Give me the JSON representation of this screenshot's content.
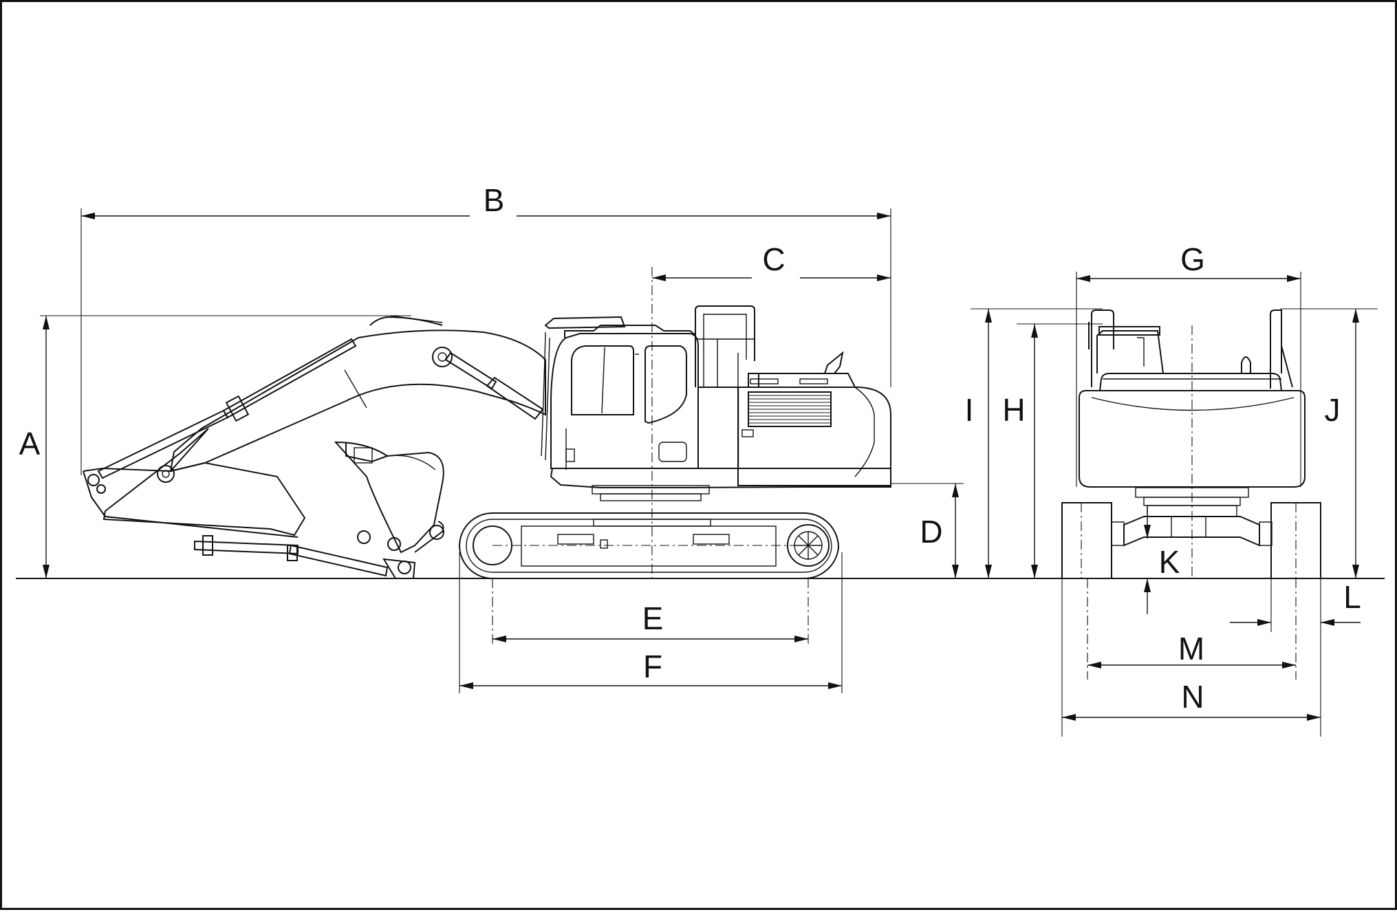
{
  "diagram": {
    "labels": {
      "A": "A",
      "B": "B",
      "C": "C",
      "D": "D",
      "E": "E",
      "F": "F",
      "G": "G",
      "H": "H",
      "I": "I",
      "J": "J",
      "K": "K",
      "L": "L",
      "M": "M",
      "N": "N"
    }
  }
}
